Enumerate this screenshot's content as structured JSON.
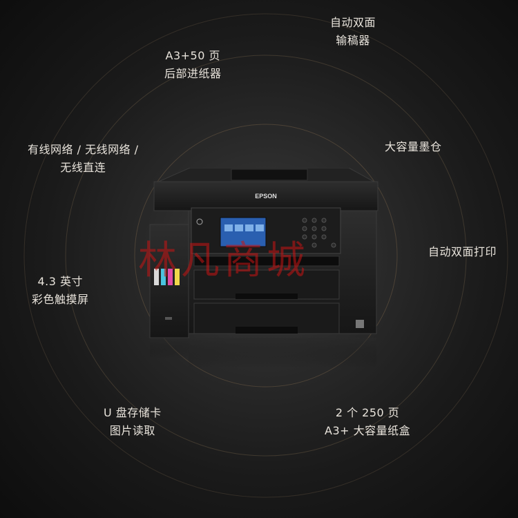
{
  "features": {
    "adf": [
      "自动双面",
      "输稿器"
    ],
    "rear_feed": [
      "A3+50 页",
      "后部进纸器"
    ],
    "network": [
      "有线网络 / 无线网络 /",
      "无线直连"
    ],
    "ink": [
      "大容量墨仓"
    ],
    "duplex": [
      "自动双面打印"
    ],
    "lcd": [
      "4.3 英寸",
      "彩色触摸屏"
    ],
    "usb": [
      "U 盘存储卡",
      "图片读取"
    ],
    "trays": [
      "2 个 250 页",
      "A3+ 大容量纸盒"
    ]
  },
  "printer": {
    "brand": "EPSON"
  },
  "watermark": "林凡商城",
  "colors": {
    "background": "#1a1a1a",
    "ring": "#6b5a44",
    "text": "#e9e4dc",
    "watermark": "#c81414"
  }
}
